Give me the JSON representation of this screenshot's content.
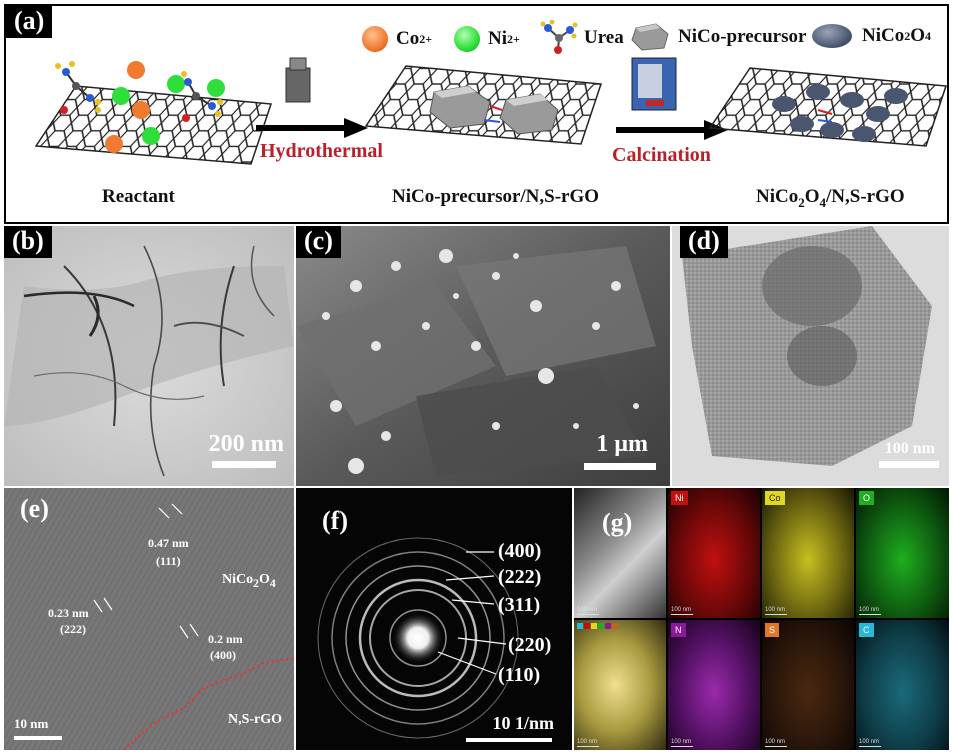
{
  "panels": {
    "a": {
      "label": "(a)",
      "legend": {
        "co": "Co",
        "co_sup": "2+",
        "ni": "Ni",
        "ni_sup": "2+",
        "urea": "Urea",
        "precursor": "NiCo-precursor",
        "product_base": "NiCo",
        "product_sub1": "2",
        "product_mid": "O",
        "product_sub2": "4"
      },
      "arrow1": "Hydrothermal",
      "arrow2": "Calcination",
      "captions": {
        "reactant": "Reactant",
        "precursor_rgo": "NiCo-precursor/N,S-rGO",
        "product_base": "NiCo",
        "product_sub1": "2",
        "product_mid": "O",
        "product_sub2": "4",
        "product_tail": "/N,S-rGO"
      }
    },
    "b": {
      "label": "(b)",
      "scale": "200 nm"
    },
    "c": {
      "label": "(c)",
      "scale": "1 μm"
    },
    "d": {
      "label": "(d)",
      "scale": "100 nm"
    },
    "e": {
      "label": "(e)",
      "scale": "10 nm",
      "d1": "0.47 nm",
      "h1": "(111)",
      "d2": "0.23 nm",
      "h2": "(222)",
      "d3": "0.2 nm",
      "h3": "(400)",
      "phase1_base": "NiCo",
      "phase1_sub1": "2",
      "phase1_mid": "O",
      "phase1_sub2": "4",
      "phase2": "N,S-rGO"
    },
    "f": {
      "label": "(f)",
      "scale": "10 1/nm",
      "rings": [
        "(400)",
        "(222)",
        "(311)",
        "(220)",
        "(110)"
      ]
    },
    "g": {
      "label": "(g)",
      "maps": [
        "Ni",
        "Co",
        "O",
        "N",
        "S",
        "C"
      ],
      "map_scale": "100 nm"
    }
  },
  "colors": {
    "co": "#f07a30",
    "ni": "#2ede3a",
    "arrow_text": "#b8202a",
    "map_ni": "#c01010",
    "map_co": "#c8c020",
    "map_o": "#1fae20",
    "map_n": "#8a1a9a",
    "map_s": "#c2641c",
    "map_c": "#28b8d8"
  }
}
